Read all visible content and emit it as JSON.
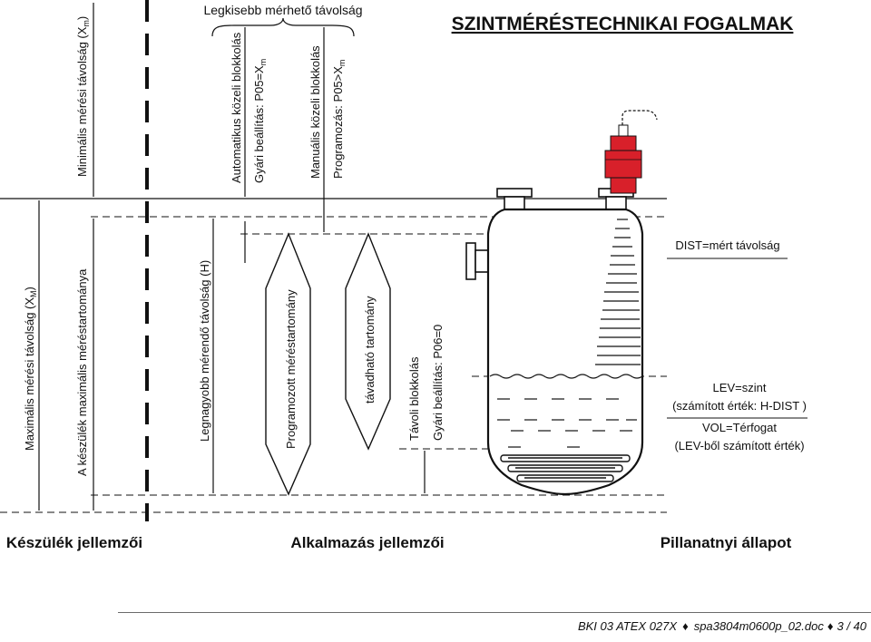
{
  "title": "SZINTMÉRÉSTECHNIKAI FOGALMAK",
  "smallest_distance_label": "Legkisebb mérhető távolság",
  "vertical_labels": {
    "min_distance": "Minimális mérési távolság (X",
    "min_distance_sub": "m",
    "max_distance": "Maximális mérési távolság (X",
    "max_distance_sub": "M",
    "device_max_range": "A készülék maximális méréstartománya",
    "largest_distance": "Legnagyobb mérendő távolság (H)",
    "auto_block": "Automatikus közeli blokkolás",
    "auto_block_factory": "Gyári beállítás:  P05=X",
    "auto_block_factory_sub": "m",
    "manual_block": "Manuális közeli blokkolás",
    "manual_block_prog": "Programozás:  P05>X",
    "manual_block_prog_sub": "m",
    "programmed_range": "Programozott méréstartomány",
    "far_range": "távadható tartomány",
    "remote_block": "Távoli blokkolás",
    "remote_block_factory": "Gyári beállítás:  P06=0"
  },
  "right_labels": {
    "dist": "DIST=mért távolság",
    "lev": "LEV=szint",
    "lev_calc": "(számított érték: H-DIST )",
    "vol": "VOL=Térfogat",
    "vol_calc": "(LEV-ből számított érték)"
  },
  "sections": {
    "device": "Készülék jellemzői",
    "application": "Alkalmazás jellemzői",
    "current_state": "Pillanatnyi állapot"
  },
  "footer": {
    "doc_code": "BKI 03 ATEX 027X",
    "file": "spa3804m0600p_02.doc",
    "page": "3 / 40"
  },
  "colors": {
    "sensor_red": "#d8202a",
    "line": "#111111"
  }
}
